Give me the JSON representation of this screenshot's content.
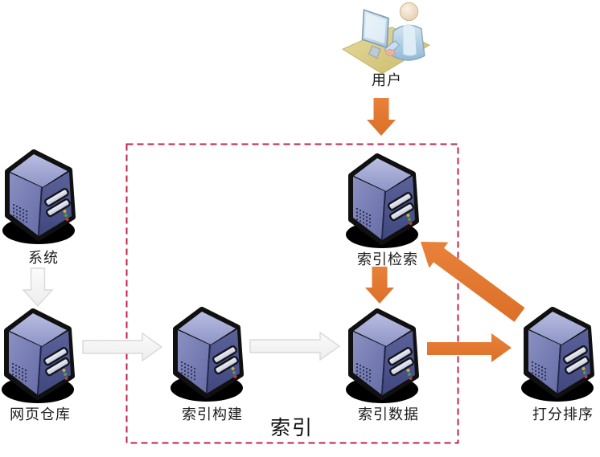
{
  "diagram": {
    "nodes": [
      {
        "id": "user",
        "label": "用户",
        "icon": "user-at-computer-icon"
      },
      {
        "id": "system",
        "label": "系统",
        "icon": "server-icon"
      },
      {
        "id": "web-repository",
        "label": "网页仓库",
        "icon": "server-icon"
      },
      {
        "id": "index-build",
        "label": "索引构建",
        "icon": "server-icon"
      },
      {
        "id": "index-retrieval",
        "label": "索引检索",
        "icon": "server-icon"
      },
      {
        "id": "index-data",
        "label": "索引数据",
        "icon": "server-icon"
      },
      {
        "id": "score-rank",
        "label": "打分排序",
        "icon": "server-icon"
      }
    ],
    "group": {
      "label": "索引",
      "border_style": "dashed",
      "border_color": "#C0244A",
      "members": [
        "索引构建",
        "索引检索",
        "索引数据"
      ]
    },
    "edges": [
      {
        "from": "用户",
        "to": "索引检索",
        "style": "orange",
        "direction": "down"
      },
      {
        "from": "系统",
        "to": "网页仓库",
        "style": "gray",
        "direction": "down"
      },
      {
        "from": "网页仓库",
        "to": "索引构建",
        "style": "gray",
        "direction": "right"
      },
      {
        "from": "索引构建",
        "to": "索引数据",
        "style": "gray",
        "direction": "right"
      },
      {
        "from": "索引检索",
        "to": "索引数据",
        "style": "orange",
        "direction": "down"
      },
      {
        "from": "索引数据",
        "to": "打分排序",
        "style": "orange",
        "direction": "right"
      },
      {
        "from": "打分排序",
        "to": "索引检索",
        "style": "orange",
        "direction": "diagonal-up-left"
      }
    ],
    "colors": {
      "background": "#FFFFFF",
      "orange_arrow": "#E1772E",
      "gray_arrow_fill": "#F4F4F4",
      "gray_arrow_border": "#D9D9D9",
      "group_border": "#C0244A",
      "server_front": "#7A81B8",
      "server_side": "#4E5590",
      "server_top": "#A8ADD5",
      "desk": "#D9CB83",
      "person_shirt": "#BCD6E9",
      "person_skin": "#F2E3CE",
      "label_text": "#1B1B1B"
    }
  }
}
